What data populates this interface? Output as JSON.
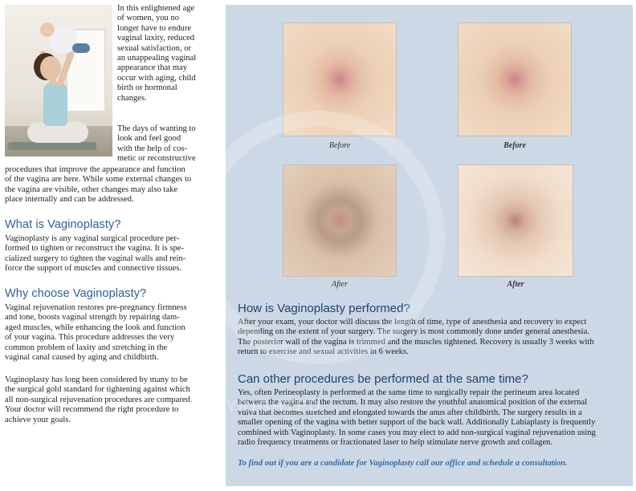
{
  "intro": {
    "wrap_lines": [
      "In this enlightened age",
      "of women, you no",
      "longer have to endure",
      "vaginal laxity, reduced",
      "sexual satisfaction, or",
      "an unappealing vaginal",
      "appearance that may",
      "occur with aging, child",
      "birth or hormonal",
      "changes."
    ],
    "p2_wrap_lines": [
      "The days of wanting to",
      "look and feel good",
      "with the help of cos-",
      "metic or reconstructive"
    ],
    "p2_full_lines": [
      "procedures that improve the appearance and function",
      "of the vagina are here. While some external changes to",
      "the vagina are visible, other changes may also take",
      "place internally and can be addressed."
    ]
  },
  "section_what": {
    "heading": "What is Vaginoplasty?",
    "lines": [
      "Vaginoplasty is any vaginal surgical procedure per-",
      "formed to tighten or reconstruct the vagina. It is spe-",
      "cialized surgery to tighten the vaginal walls and rein-",
      "force the support of muscles and connective tissues."
    ]
  },
  "section_why": {
    "heading": "Why choose Vaginoplasty?",
    "lines": [
      "Vaginal rejuvenation restores pre-pregnancy firmness",
      "and tone, boosts vaginal strength by repairing dam-",
      "aged muscles, while enhancing the look and function",
      "of your vagina. This procedure addresses the very",
      "common problem of laxity and stretching in the",
      "vaginal canal caused by aging and childbirth."
    ],
    "lines2": [
      "Vaginoplasty has long been considered by many to be",
      "the surgical gold standard for tightening against which",
      "all non-surgical rejuvenation procedures are compared.",
      "Your doctor will recommend the right procedure to",
      "achieve your goals."
    ]
  },
  "figures": [
    {
      "caption": "Before"
    },
    {
      "caption": "Before"
    },
    {
      "caption": "After"
    },
    {
      "caption": "After"
    }
  ],
  "section_how": {
    "heading": "How is Vaginoplasty performed?",
    "lines": [
      "After your exam, your doctor will discuss the length of time, type of anesthesia and recovery to expect",
      "depending on the extent of your surgery. The surgery is most commonly done under general anesthesia.",
      "The posterior wall of the vagina is trimmed and the muscles tightened. Recovery is usually 3 weeks with",
      "return to exercise and sexual activities in 6 weeks."
    ]
  },
  "section_other": {
    "heading": "Can other procedures be performed at the same time?",
    "lines": [
      "Yes, often Perineoplasty is performed at the same time to surgically repair the perineum area located",
      "between the vagina and the rectum. It may also restore the youthful anatomical position of the external",
      "vulva that becomes stretched and elongated towards the anus after childbirth. The surgery results in a",
      "smaller opening of the vagina with better support of the back wall. Additionally Labiaplasty is frequently",
      "combined with Vaginoplasty. In some cases you may elect to add non-surgical vaginal rejuvenation using",
      "radio frequency treatments or fractionated laser to help stimulate nerve growth and collagen."
    ]
  },
  "cta": "To find out if you are a candidate for Vaginoplasty call our office and schedule a consultation.",
  "watermark": "COPYRIGHTED"
}
